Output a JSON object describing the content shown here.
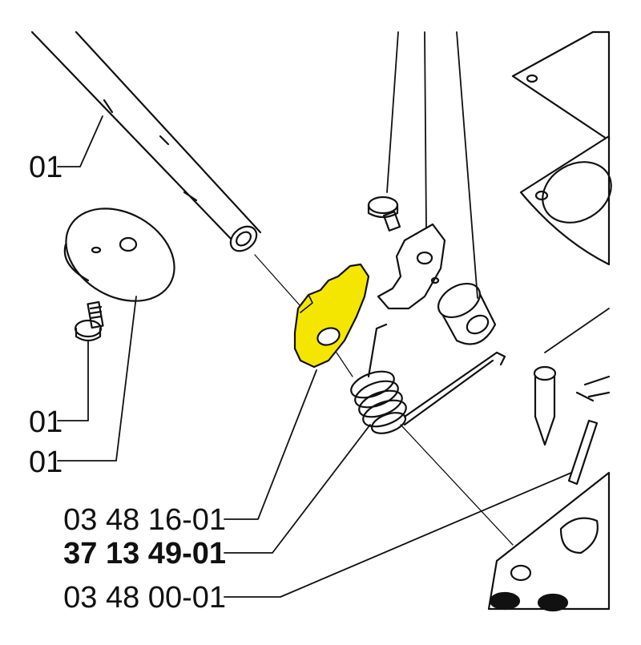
{
  "diagram": {
    "labels": [
      {
        "id": "shaft",
        "text": "01"
      },
      {
        "id": "screw",
        "text": "01"
      },
      {
        "id": "disc",
        "text": "01"
      },
      {
        "id": "lever",
        "text": "03 48 16-01"
      },
      {
        "id": "spring",
        "text": "37 13 49-01"
      },
      {
        "id": "pin",
        "text": "03 48 00-01"
      }
    ],
    "highlight_color": "#f5e600",
    "highlighted_part": "37 13 49-01"
  }
}
